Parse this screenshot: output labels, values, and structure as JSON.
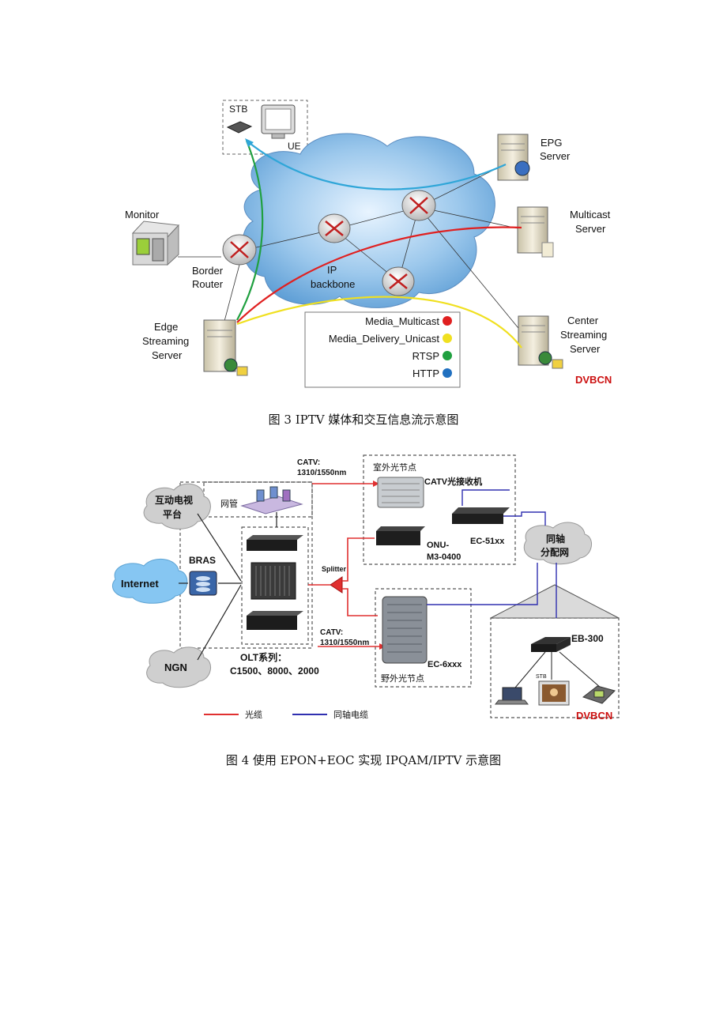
{
  "figure3": {
    "caption": "图 3 IPTV 媒体和交互信息流示意图",
    "watermark": "DVBCN",
    "client_group": {
      "stb": "STB",
      "ue": "UE"
    },
    "cloud": {
      "line1": "IP",
      "line2": "backbone"
    },
    "devices": {
      "epg": [
        "EPG",
        "Server"
      ],
      "multicast": [
        "Multicast",
        "Server"
      ],
      "center": [
        "Center",
        "Streaming",
        "Server"
      ],
      "monitor": "Monitor",
      "border_router": [
        "Border",
        "Router"
      ],
      "edge": [
        "Edge",
        "Streaming",
        "Server"
      ]
    },
    "legend": [
      {
        "label": "Media_Multicast",
        "color": "#e02020"
      },
      {
        "label": "Media_Delivery_Unicast",
        "color": "#f0e020"
      },
      {
        "label": "RTSP",
        "color": "#20a040"
      },
      {
        "label": "HTTP",
        "color": "#2070c0"
      }
    ]
  },
  "figure4": {
    "caption": "图 4 使用 EPON+EOC 实现 IPQAM/IPTV 示意图",
    "watermark": "DVBCN",
    "clouds": {
      "interactive_tv": [
        "互动电视",
        "平台"
      ],
      "internet": "Internet",
      "ngn": "NGN",
      "coax": [
        "同轴",
        "分配网"
      ]
    },
    "labels": {
      "bras": "BRAS",
      "nms": "网管",
      "olt": [
        "OLT系列：",
        "C1500、8000、2000"
      ],
      "splitter": "Splitter",
      "catv_top": [
        "CATV:",
        "1310/1550nm"
      ],
      "catv_bottom": [
        "CATV:",
        "1310/1550nm"
      ],
      "indoor_node": "室外光节点",
      "catv_receiver": "CATV光接收机",
      "onu": [
        "ONU-",
        "M3-0400"
      ],
      "ec51": "EC-51xx",
      "ec6": "EC-6xxx",
      "outdoor_node": "野外光节点",
      "eb300": "EB-300",
      "stb": "STB"
    },
    "legend": [
      {
        "label": "光缆",
        "color": "#e03030"
      },
      {
        "label": "同轴电缆",
        "color": "#3030b0"
      }
    ]
  }
}
